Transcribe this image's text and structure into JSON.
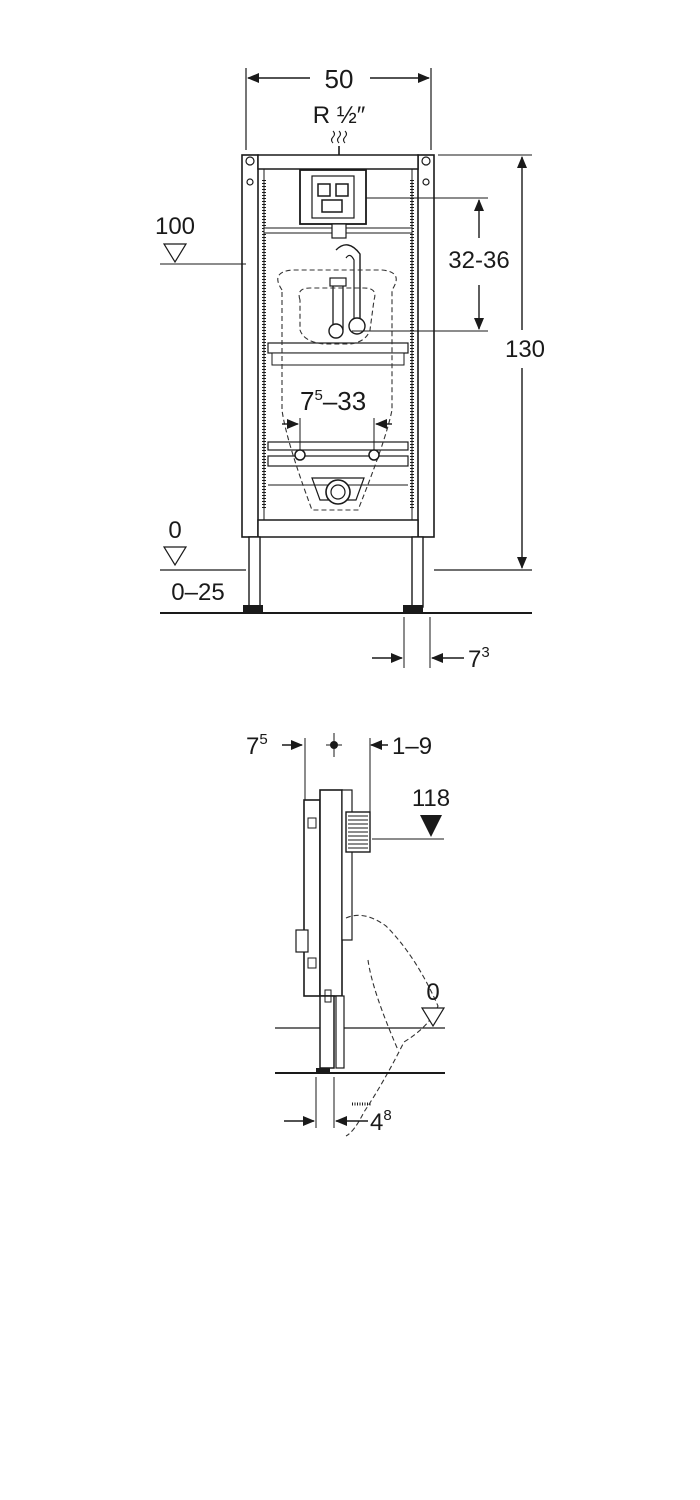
{
  "front_view": {
    "width_dim": "50",
    "connection": "R ½″",
    "level_100": "100",
    "range_32_36": "32-36",
    "height_130": "130",
    "range_base": "7",
    "range_sup": "5",
    "range_rest": "–33",
    "level_0": "0",
    "floor_range": "0–25",
    "foot_base": "7",
    "foot_sup": "3"
  },
  "side_view": {
    "depth_base": "7",
    "depth_sup": "5",
    "offset": "1–9",
    "level_118": "118",
    "level_0": "0",
    "foot_base": "4",
    "foot_sup": "8"
  },
  "colors": {
    "line": "#1a1a1a",
    "fill": "#ffffff",
    "mark": "#1a1a1a"
  }
}
